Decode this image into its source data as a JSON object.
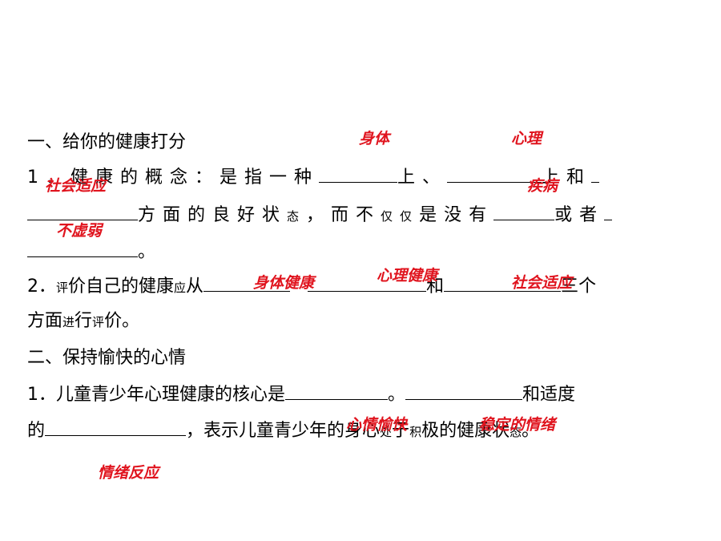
{
  "section1": {
    "heading": "一、给你的健康打分",
    "q1": {
      "num": "1．",
      "text_a": "健康的概念：是指一种",
      "text_b": "上、",
      "text_c": "上和",
      "text_d": "方面的良好状",
      "text_d_small": "态",
      "text_e": "，而不",
      "text_e_small": "仅仅",
      "text_f": "是没有",
      "text_g": "或者",
      "text_h": "。"
    },
    "q2": {
      "num": "2．",
      "text_a_small": "评",
      "text_a": "价自己的健康",
      "text_b_small": "应",
      "text_b": "从",
      "text_c": "和",
      "text_d": "三个",
      "text_e": "方面",
      "text_f_small": "进",
      "text_f": "行",
      "text_g_small": "评",
      "text_g": "价。"
    }
  },
  "section2": {
    "heading": "二、保持愉快的心情",
    "q1": {
      "num": "1．",
      "text_a": "儿童青少年心理健康的核心是",
      "text_b": "。",
      "text_c": "和适度",
      "text_d": "的",
      "text_e": "，表示儿童青少年的身心",
      "text_e_small": "处",
      "text_f": "于",
      "text_f_small": "积",
      "text_g": "极的健康状",
      "text_g_small": "态",
      "text_h": "。"
    }
  },
  "answers": {
    "shenti": "身体",
    "xinli": "心理",
    "shehui_shiying": "社会适应",
    "jibing": "疾病",
    "bu_xuruo": "不虚弱",
    "shenti_jiankang": "身体健康",
    "xinli_jiankang": "心理健康",
    "shehui_shiying_2": "社会适应",
    "xinqing_yukuai": "心情愉快",
    "wending_qingxu": "稳定的情绪",
    "qingxu_fanying": "情绪反应"
  },
  "colors": {
    "answer": "#e0141e",
    "text": "#000000"
  }
}
